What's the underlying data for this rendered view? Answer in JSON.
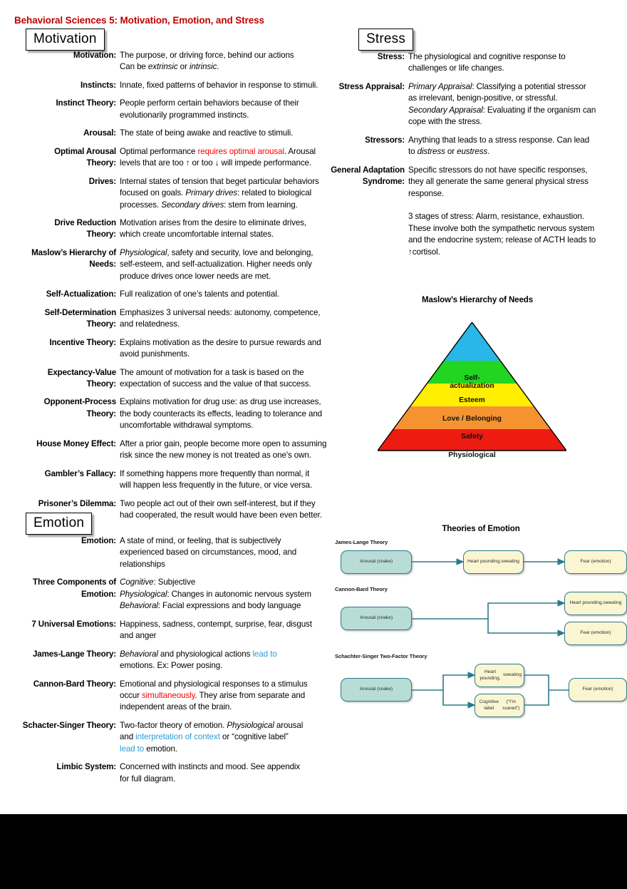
{
  "document": {
    "title": "Behavioral Sciences 5:  Motivation, Emotion, and Stress",
    "title_color": "#c00000"
  },
  "sections": {
    "motivation": {
      "heading": "Motivation"
    },
    "stress": {
      "heading": "Stress"
    },
    "emotion": {
      "heading": "Emotion"
    }
  },
  "motivation_terms": [
    {
      "term": "Motivation:",
      "lines": [
        "The purpose, or driving force, behind our actions",
        "Can be extrinsic or intrinsic."
      ]
    },
    {
      "term": "Instincts:",
      "lines": [
        "Innate, fixed patterns of behavior in response to stimuli."
      ]
    },
    {
      "term": "Instinct Theory:",
      "lines": [
        "People perform certain behaviors because of their",
        "evolutionarily programmed instincts."
      ]
    },
    {
      "term": "Arousal:",
      "lines": [
        "The state of being awake and reactive to stimuli."
      ]
    },
    {
      "term": "Optimal Arousal\nTheory:",
      "lines": [
        "Optimal performance requires optimal arousal.  Arousal",
        "levels that are too ↑ or too ↓ will impede performance."
      ]
    },
    {
      "term": "Drives:",
      "lines": [
        "Internal states of tension that beget particular behaviors",
        "focused on goals.  Primary drives: related to biological",
        "processes.  Secondary drives: stem from learning."
      ]
    },
    {
      "term": "Drive Reduction\nTheory:",
      "lines": [
        "Motivation arises from the desire to eliminate drives,",
        "which create uncomfortable internal states."
      ]
    },
    {
      "term": "Maslow’s Hierarchy of\nNeeds:",
      "lines": [
        "Physiological, safety and security, love and belonging,",
        "self-esteem, and self-actualization.  Higher needs only",
        "produce drives once lower needs are met."
      ]
    },
    {
      "term": "Self-Actualization:",
      "lines": [
        "Full realization of one’s talents and potential."
      ]
    },
    {
      "term": "Self-Determination\nTheory:",
      "lines": [
        "Emphasizes 3 universal needs: autonomy, competence,",
        "and relatedness."
      ]
    },
    {
      "term": "Incentive Theory:",
      "lines": [
        "Explains motivation as the desire to pursue rewards and",
        "avoid punishments."
      ]
    },
    {
      "term": "Expectancy-Value\nTheory:",
      "lines": [
        "The amount of motivation for a task is based on the",
        "expectation of success and the value of that success."
      ]
    },
    {
      "term": "Opponent-Process\nTheory:",
      "lines": [
        "Explains motivation for drug use: as drug use increases,",
        "the body counteracts its effects, leading to tolerance and",
        "uncomfortable withdrawal symptoms."
      ]
    },
    {
      "term": "House Money Effect:",
      "lines": [
        "After a prior gain, people become more open to assuming",
        "risk since the new money is not treated as one's own."
      ]
    },
    {
      "term": "Gambler’s Fallacy:",
      "lines": [
        "If something happens more frequently than normal, it",
        "will happen less frequently in the future, or vice versa."
      ]
    },
    {
      "term": "Prisoner’s Dilemma:",
      "lines": [
        "Two people act out of their own self-interest, but if they",
        "had cooperated, the result would have been even better."
      ]
    }
  ],
  "stress_terms": [
    {
      "term": "Stress:",
      "lines": [
        "The physiological and cognitive response to",
        "challenges or life changes."
      ]
    },
    {
      "term": "Stress Appraisal:",
      "lines": [
        "Primary Appraisal:  Classifying a potential stressor",
        "as irrelevant, benign-positive, or stressful.",
        "Secondary Appraisal:  Evaluating if the organism can",
        "cope with the stress."
      ]
    },
    {
      "term": "Stressors:",
      "lines": [
        "Anything that leads to a stress response.  Can lead",
        "to distress or eustress."
      ]
    },
    {
      "term": "General Adaptation\nSyndrome:",
      "lines": [
        "Specific stressors do not have specific responses,",
        "they all generate the same general physical stress",
        "response.",
        "",
        "3 stages of stress:  Alarm, resistance, exhaustion.",
        "These involve both the sympathetic nervous system",
        "and the endocrine system; release of ACTH leads to",
        "↑cortisol."
      ]
    }
  ],
  "emotion_terms": [
    {
      "term": "Emotion:",
      "lines": [
        "A state of mind, or feeling, that is subjectively",
        "experienced based on circumstances, mood, and",
        "relationships"
      ]
    },
    {
      "term": "Three Components of\nEmotion:",
      "lines": [
        "Cognitive:  Subjective",
        "Physiological:  Changes in autonomic nervous system",
        "Behavioral:  Facial expressions and body language"
      ]
    },
    {
      "term": "7 Universal Emotions:",
      "lines": [
        "Happiness, sadness, contempt, surprise, fear, disgust",
        "and anger"
      ]
    },
    {
      "term": "James-Lange Theory:",
      "lines": [
        "Behavioral and physiological actions lead to",
        "emotions.  Ex:  Power posing."
      ]
    },
    {
      "term": "Cannon-Bard Theory:",
      "lines": [
        "Emotional and physiological responses to a stimulus",
        "occur simultaneously.  They arise from separate and",
        "independent areas of the brain."
      ]
    },
    {
      "term": "Schacter-Singer Theory:",
      "lines": [
        "Two-factor theory of emotion.  Physiological arousal",
        "and interpretation of context or “cognitive label”",
        "lead to emotion."
      ]
    },
    {
      "term": "Limbic System:",
      "lines": [
        "Concerned with instincts and mood.  See appendix",
        "for full diagram."
      ]
    }
  ],
  "maslow_diagram": {
    "title": "Maslow’s Hierarchy of Needs",
    "levels": [
      {
        "label": "Self-\nactualization",
        "color": "#29b6e8"
      },
      {
        "label": "Esteem",
        "color": "#22d521"
      },
      {
        "label": "Love / Belonging",
        "color": "#ffee00"
      },
      {
        "label": "Safety",
        "color": "#f59331"
      },
      {
        "label": "Physiological",
        "color": "#ee1b11"
      }
    ]
  },
  "emotion_theories_diagram": {
    "title": "Theories of Emotion",
    "theories": [
      {
        "name": "James-Lange Theory",
        "nodes": [
          "Arousal (snake)",
          "Heart pounding,\nsweating",
          "Fear (emotion)"
        ]
      },
      {
        "name": "Cannon-Bard Theory",
        "nodes": [
          "Arousal (snake)",
          "Heart pounding,\nsweating",
          "Fear (emotion)"
        ]
      },
      {
        "name": "Schachter-Singer Two-Factor Theory",
        "nodes": [
          "Arousal (snake)",
          "Heart pounding,\nsweating",
          "Cognitive label\n(“I’m scared”)",
          "Fear (emotion)"
        ]
      }
    ],
    "node_colors": {
      "stimulus": "#b8ddd6",
      "response": "#fbf6d2",
      "border": "#2c7a8c",
      "arrow": "#2c7a8c"
    }
  }
}
